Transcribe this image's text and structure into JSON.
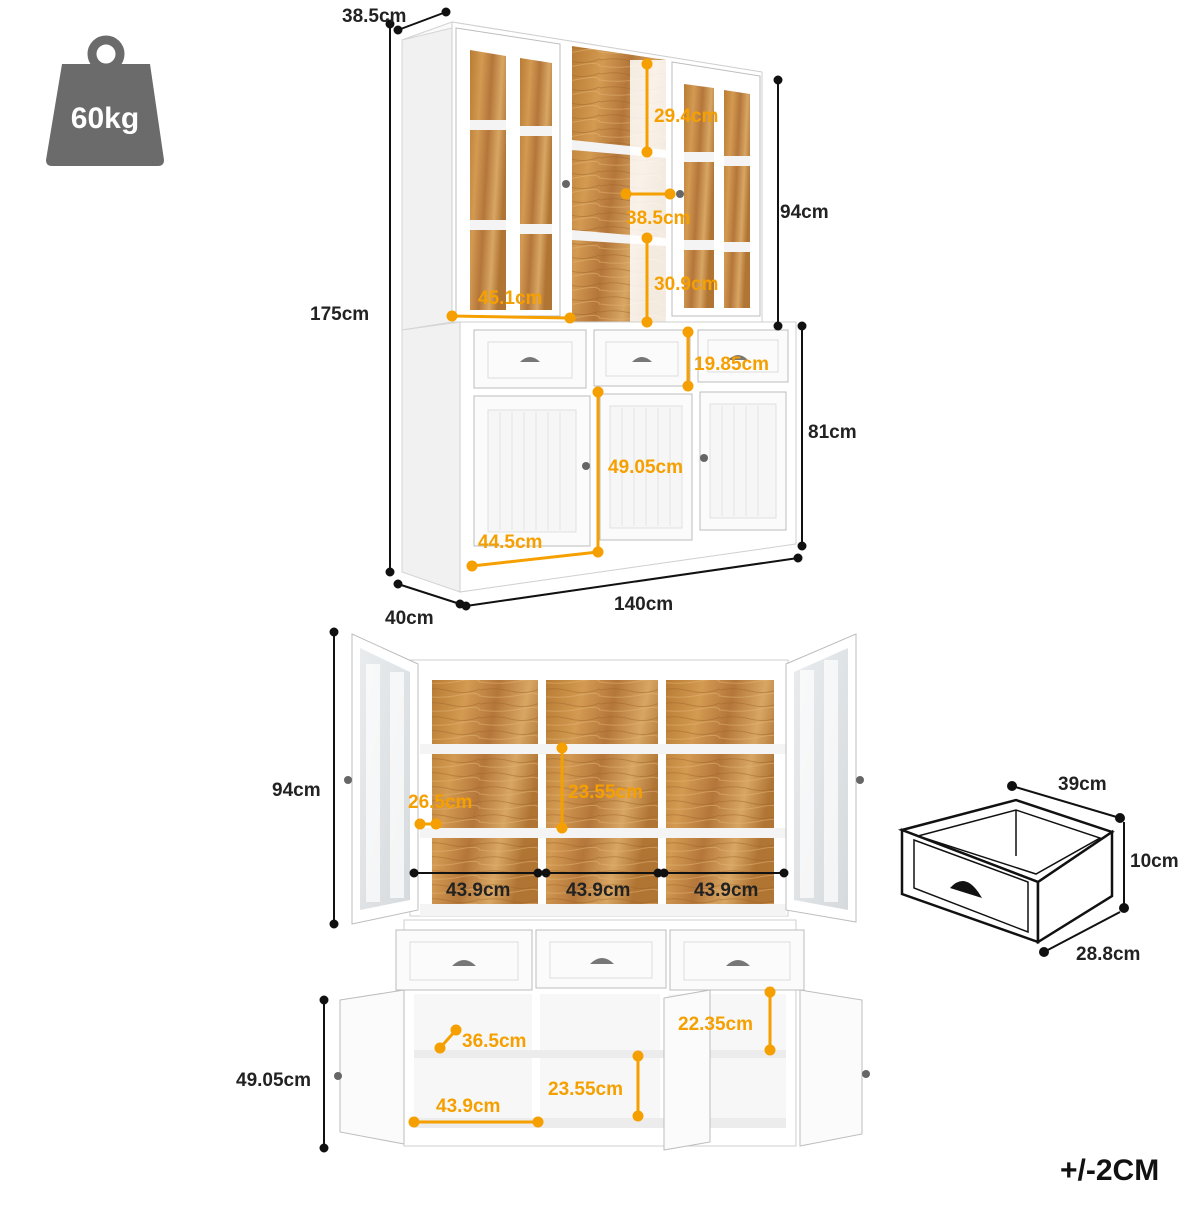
{
  "weight": {
    "icon": "weight-icon",
    "label": "60kg"
  },
  "tolerance": "+/-2CM",
  "colors": {
    "accent": "#f5a000",
    "wood": "#c48a3e",
    "frame": "#ffffff",
    "line": "#111111",
    "badge": "#6b6b6b"
  },
  "top_view": {
    "depth_top": "38.5cm",
    "total_height": "175cm",
    "hutch_height": "94cm",
    "base_height": "81cm",
    "depth_bottom": "40cm",
    "width": "140cm",
    "shelf_top_height": "29.4cm",
    "shelf_depth": "38.5cm",
    "shelf_lower_height": "30.9cm",
    "glass_door_width": "45.1cm",
    "drawer_height": "19.85cm",
    "cabinet_door_height": "49.05cm",
    "cabinet_door_width": "44.5cm"
  },
  "open_view": {
    "hutch_height": "94cm",
    "side_shelf_height": "26.5cm",
    "middle_shelf_height": "23.55cm",
    "compartment_widths": [
      "43.9cm",
      "43.9cm",
      "43.9cm"
    ],
    "cabinet_height": "49.05cm",
    "left_shelf_depth": "36.5cm",
    "left_shelf_width": "43.9cm",
    "right_shelf_height": "22.35cm"
  },
  "drawer": {
    "width": "39cm",
    "height": "10cm",
    "depth": "28.8cm"
  }
}
